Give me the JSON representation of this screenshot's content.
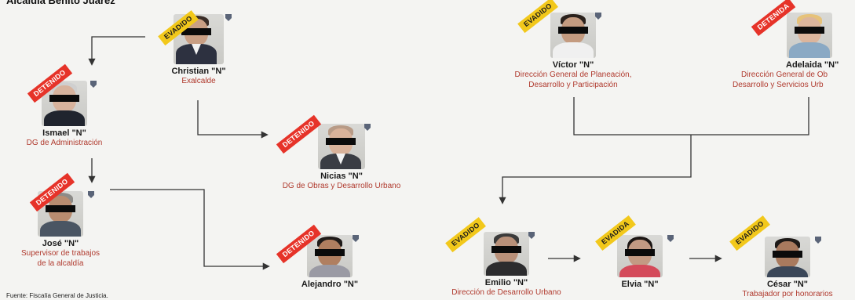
{
  "header": {
    "title": "Alcaldía Benito Juárez"
  },
  "footer": {
    "source": "Fuente: Fiscalía General de Justicia."
  },
  "colors": {
    "evadido_badge": "#f2c81b",
    "detenido_badge": "#e63329",
    "role_text": "#b03a2e",
    "connector": "#333333"
  },
  "people": [
    {
      "id": "christian",
      "status": "EVADIDO",
      "name": "Christian \"N\"",
      "role": [
        "Exalcalde"
      ]
    },
    {
      "id": "ismael",
      "status": "DETENIDO",
      "name": "Ismael \"N\"",
      "role": [
        "DG de Administración"
      ]
    },
    {
      "id": "nicias",
      "status": "DETENIDO",
      "name": "Nicias \"N\"",
      "role": [
        "DG de Obras y Desarrollo Urbano"
      ]
    },
    {
      "id": "jose",
      "status": "DETENIDO",
      "name": "José \"N\"",
      "role": [
        "Supervisor de trabajos",
        "de la alcaldía"
      ]
    },
    {
      "id": "alejandro",
      "status": "DETENIDO",
      "name": "Alejandro \"N\"",
      "role": []
    },
    {
      "id": "victor",
      "status": "EVADIDO",
      "name": "Víctor \"N\"",
      "role": [
        "Dirección General de Planeación,",
        "Desarrollo y Participación"
      ]
    },
    {
      "id": "adelaida",
      "status": "DETENIDA",
      "name": "Adelaida \"N\"",
      "role": [
        "Dirección General de Ob",
        "Desarrollo y Servicios Urb"
      ]
    },
    {
      "id": "emilio",
      "status": "EVADIDO",
      "name": "Emilio \"N\"",
      "role": [
        "Dirección de Desarrollo Urbano"
      ]
    },
    {
      "id": "elvia",
      "status": "EVADIDA",
      "name": "Elvia \"N\"",
      "role": []
    },
    {
      "id": "cesar",
      "status": "EVADIDO",
      "name": "César \"N\"",
      "role": [
        "Trabajador por honorarios"
      ]
    }
  ]
}
